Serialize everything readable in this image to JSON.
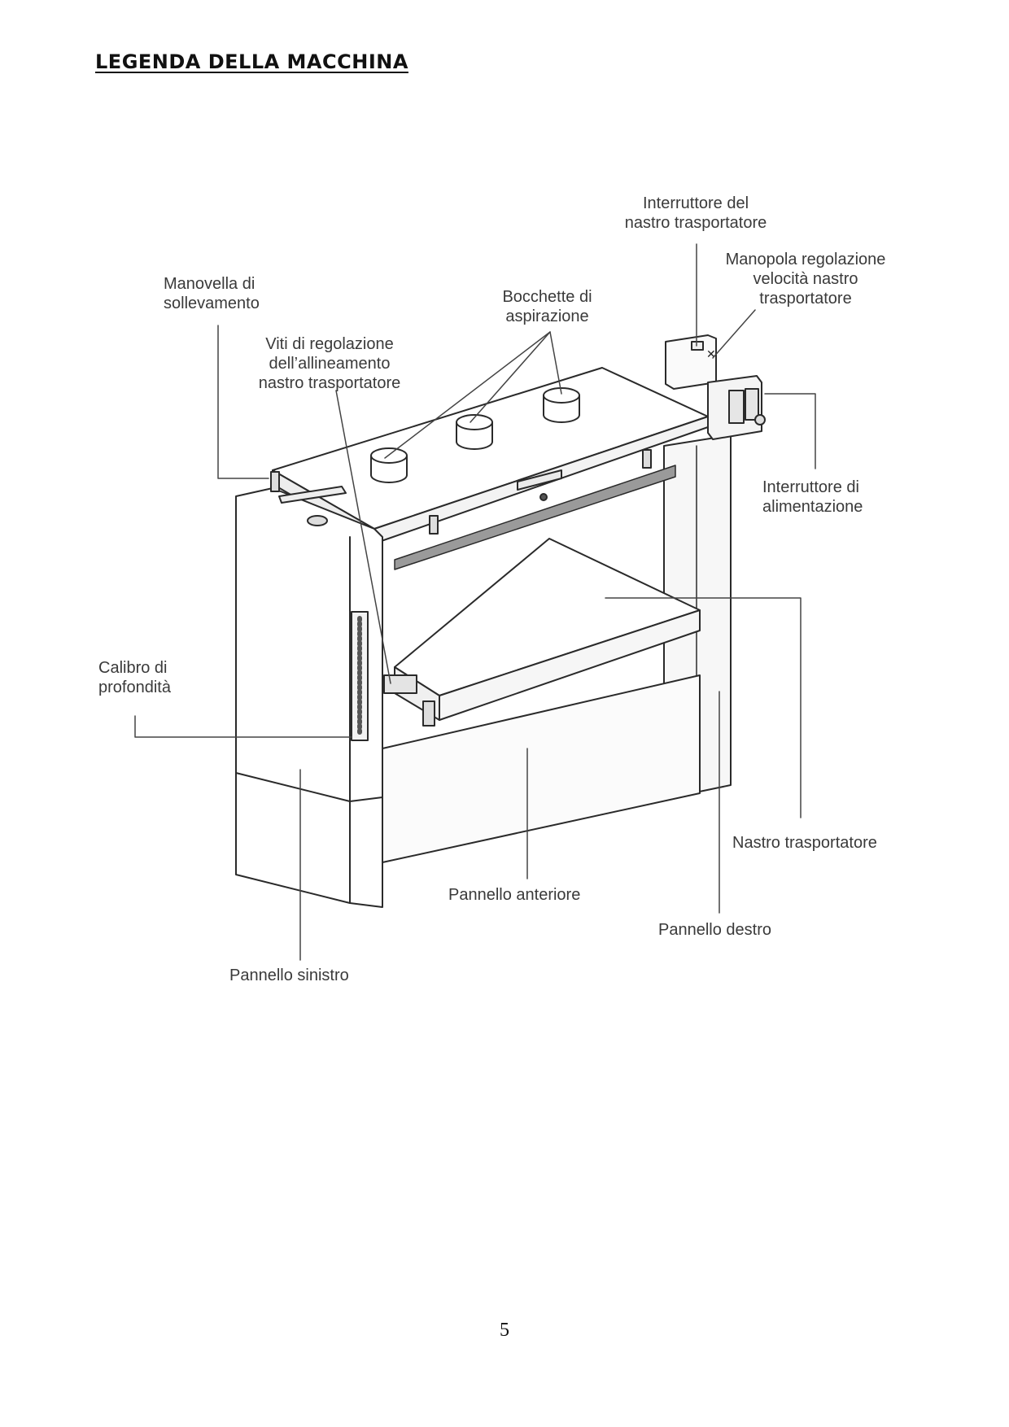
{
  "heading": "LEGENDA DELLA MACCHINA",
  "labels": {
    "interruttore_nastro": [
      "Interruttore del",
      "nastro trasportatore"
    ],
    "manopola": [
      "Manopola regolazione",
      "velocità nastro",
      "trasportatore"
    ],
    "manovella": [
      "Manovella di",
      "sollevamento"
    ],
    "bocchette": [
      "Bocchette di",
      "aspirazione"
    ],
    "viti": [
      "Viti di regolazione",
      "dell’allineamento",
      "nastro trasportatore"
    ],
    "interruttore_alimentazione": [
      "Interruttore di",
      "alimentazione"
    ],
    "calibro": [
      "Calibro di",
      "profondità"
    ],
    "nastro": [
      "Nastro trasportatore"
    ],
    "pannello_anteriore": [
      "Pannello anteriore"
    ],
    "pannello_destro": [
      "Pannello destro"
    ],
    "pannello_sinistro": [
      "Pannello sinistro"
    ]
  },
  "page_number": "5"
}
